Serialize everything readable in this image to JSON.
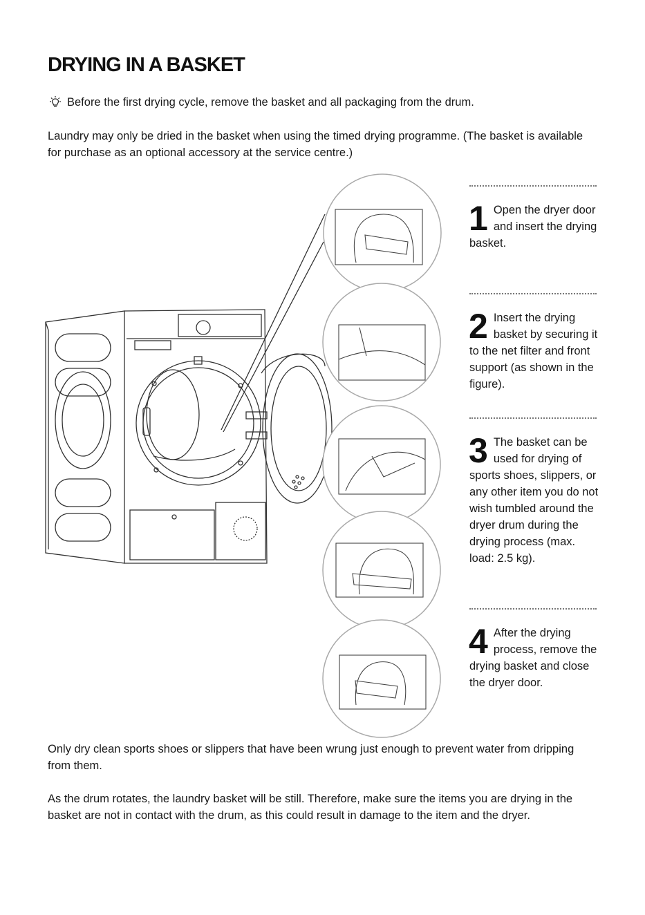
{
  "page": {
    "title": "DRYING IN A BASKET",
    "tip_icon": "lightbulb-icon",
    "tip": "Before the first drying cycle, remove the basket and all packaging from the drum.",
    "intro": "Laundry may only be dried in the basket when using the timed drying programme. (The basket is available for purchase as an optional accessory at the service centre.)",
    "note1": "Only dry clean sports shoes or slippers that have been wrung just enough to prevent water from dripping from them.",
    "note2": "As the drum rotates, the laundry basket will be still. Therefore, make sure the items you are drying in the basket are not in contact with the drum, as this could result in damage to the item and the dryer."
  },
  "steps": [
    {
      "number": "1",
      "text": "Open the dryer door and insert the drying basket."
    },
    {
      "number": "2",
      "text": "Insert the drying basket by securing it to the net filter and front support (as shown in the figure)."
    },
    {
      "number": "3",
      "text": "The basket can be used for drying of sports shoes, slippers, or any other item you do not wish tumbled around the dryer drum during the drying process (max. load: 2.5 kg)."
    },
    {
      "number": "4",
      "text": "After the drying process, remove the drying basket and close the dryer door."
    }
  ]
}
